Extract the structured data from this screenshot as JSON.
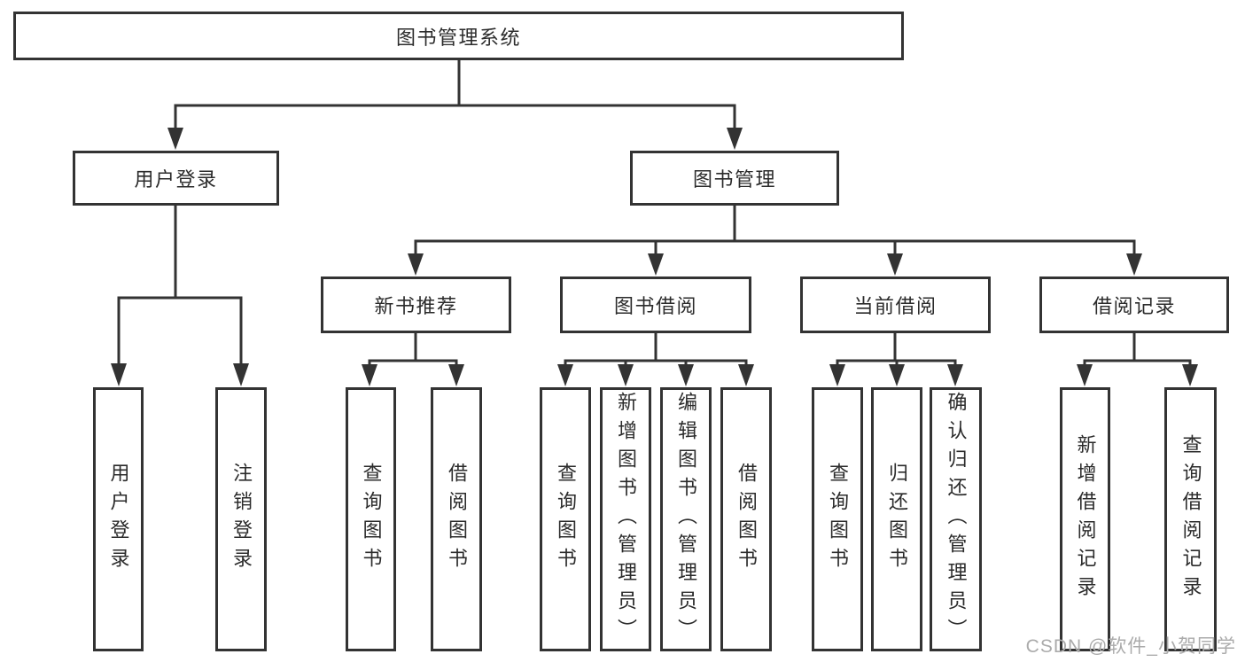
{
  "tree": {
    "root": "图书管理系统",
    "level2": [
      "用户登录",
      "图书管理"
    ],
    "level3": [
      "新书推荐",
      "图书借阅",
      "当前借阅",
      "借阅记录"
    ],
    "leaf_groups": [
      [
        "用户登录",
        "注销登录"
      ],
      [
        "查询图书",
        "借阅图书"
      ],
      [
        "查询图书",
        "新增图书（管理员）",
        "编辑图书（管理员）",
        "借阅图书"
      ],
      [
        "查询图书",
        "归还图书",
        "确认归还（管理员）"
      ],
      [
        "新增借阅记录",
        "查询借阅记录"
      ]
    ]
  },
  "watermark": "CSDN @软件_小贺同学",
  "colors": {
    "line": "#333333",
    "box_border": "#333333",
    "box_fill": "#ffffff",
    "text": "#2b2b2b",
    "watermark": "#ababab",
    "background": "#ffffff"
  }
}
